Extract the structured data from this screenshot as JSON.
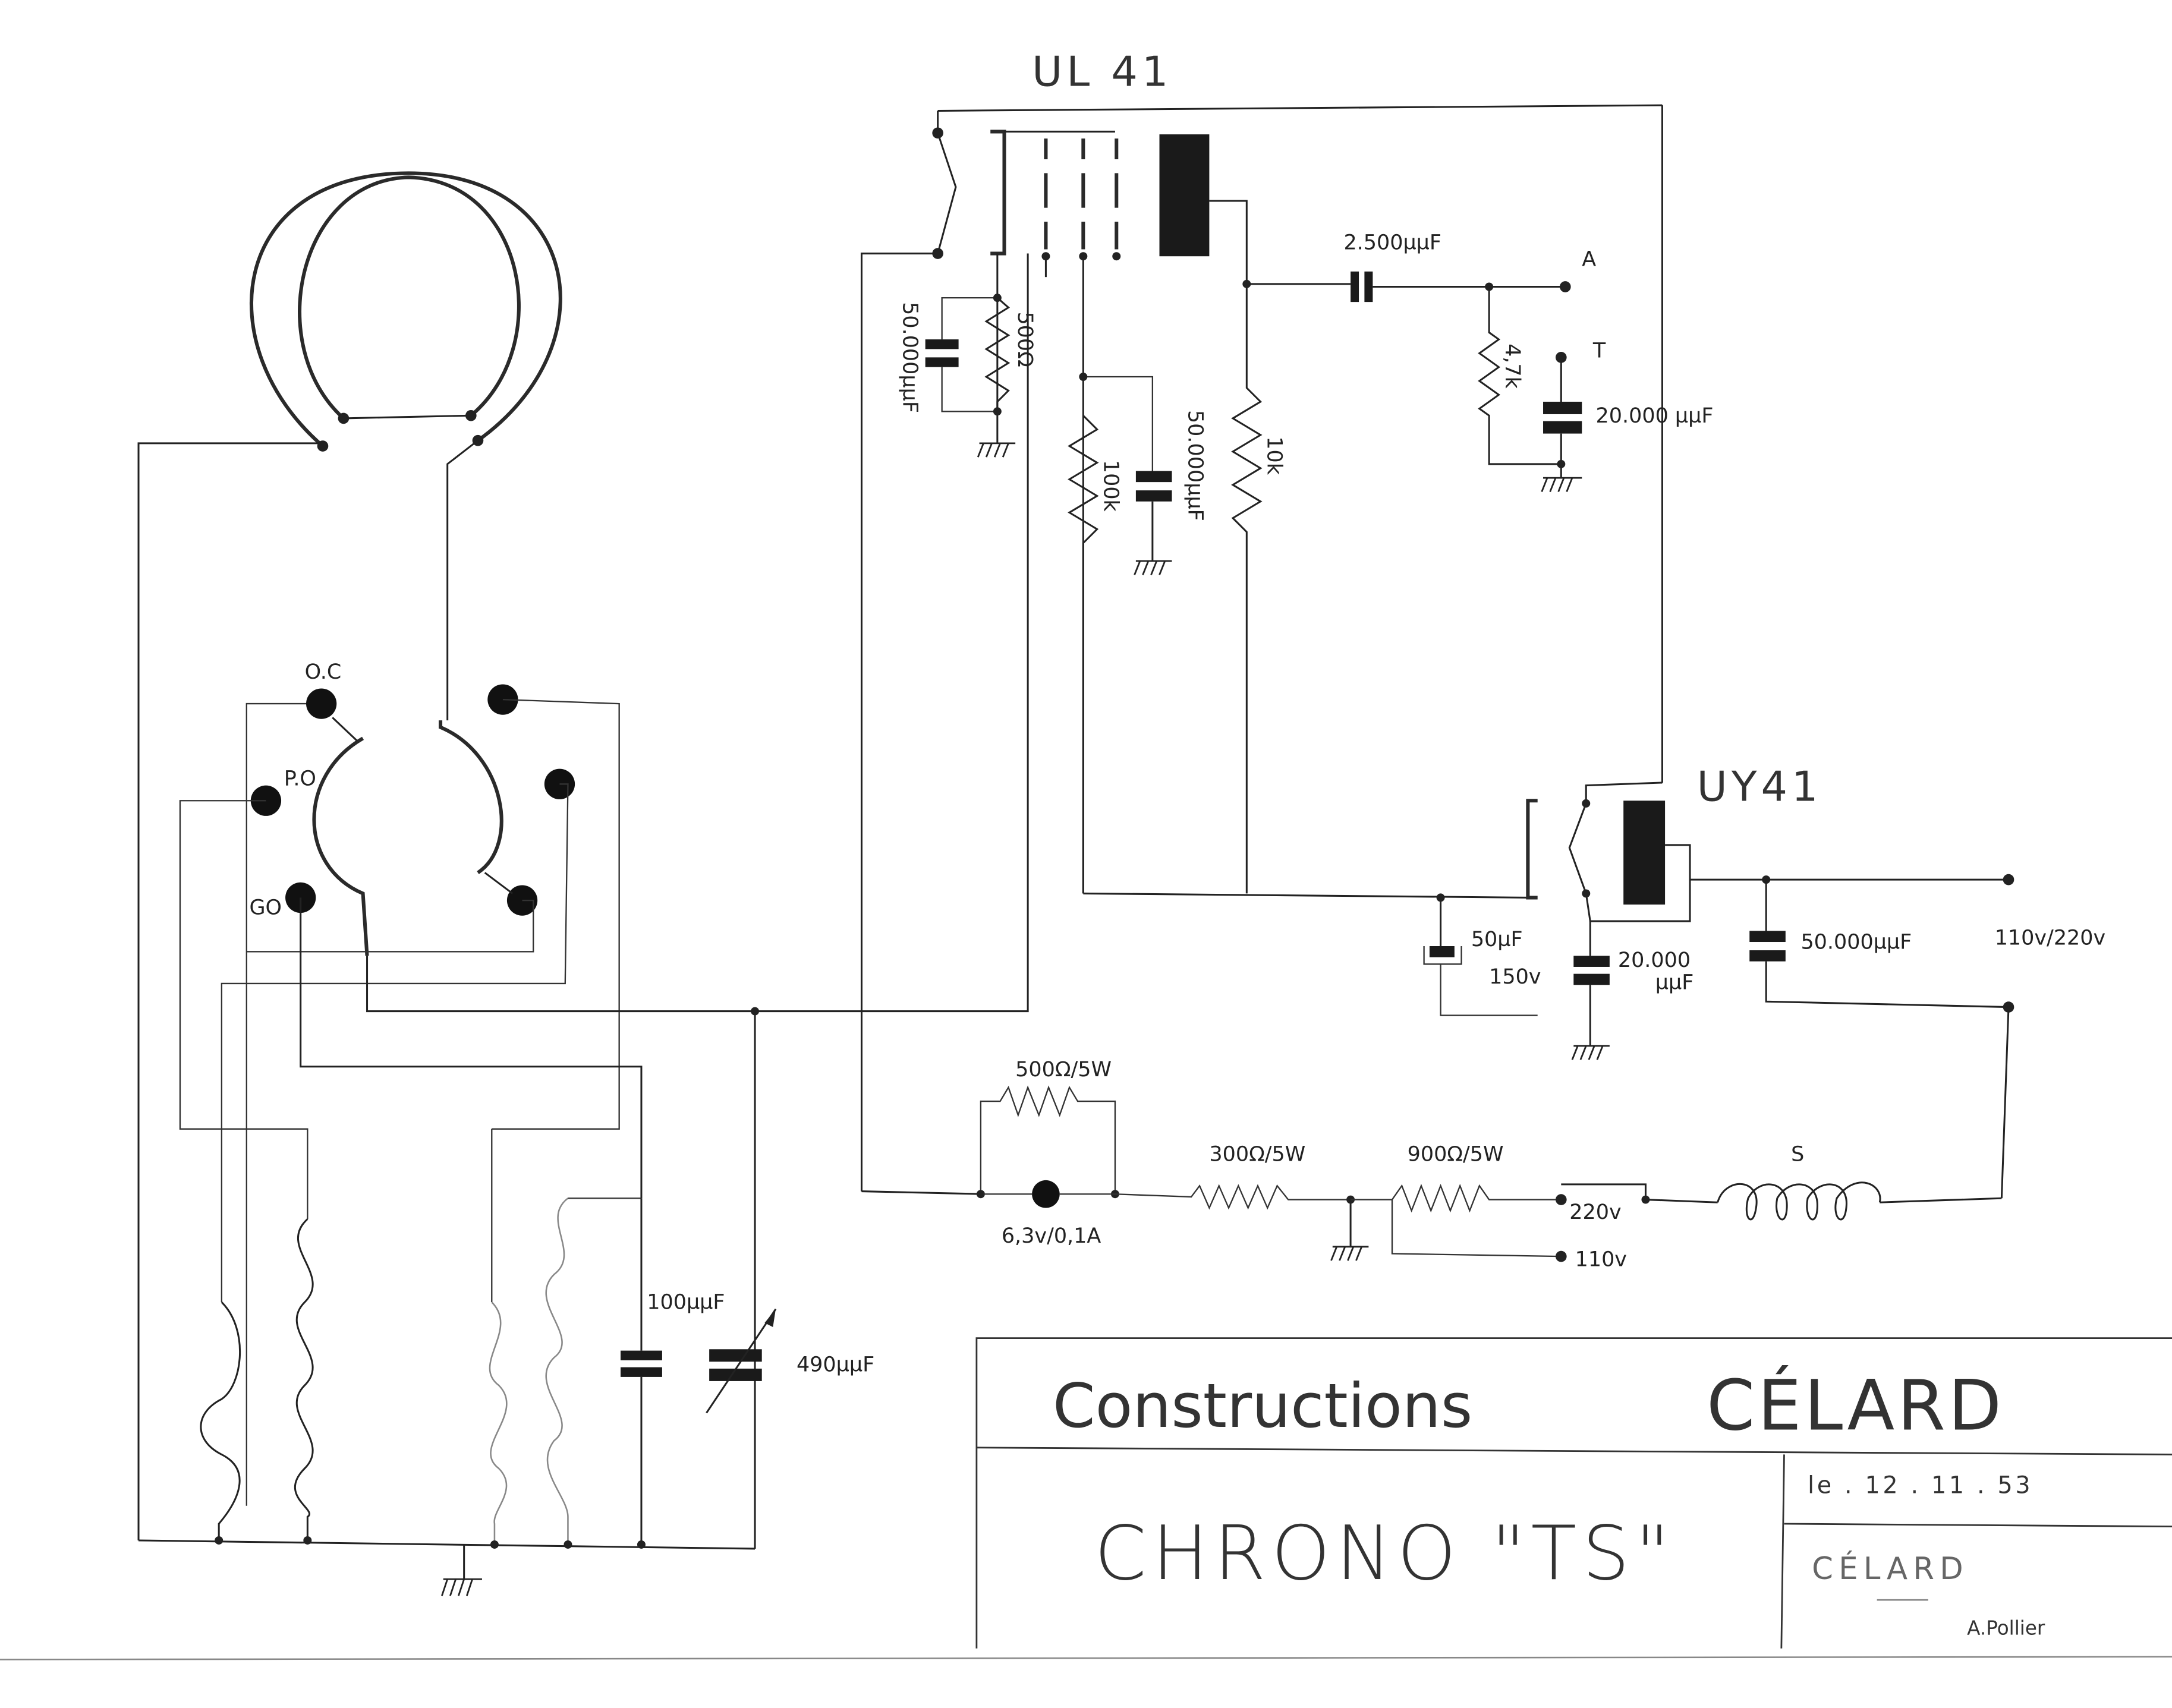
{
  "drawing": {
    "title_block": {
      "company_prefix": "Constructions",
      "company_name": "CÉLARD",
      "product": "CHRONO \"TS\"",
      "date": "le . 12 . 11 . 53",
      "signature": "CÉLARD",
      "author": "A.Pollier"
    },
    "tubes": {
      "ul41": "UL 41",
      "uy41": "UY41"
    },
    "switch_labels": {
      "oc": "O.C",
      "po": "P.O",
      "go": "GO"
    },
    "components": {
      "c_cathode": "50.000µµF",
      "r_cathode": "500Ω",
      "r_screen": "100k",
      "c_screen": "50.000µµF",
      "r_plate": "10k",
      "c_coupling": "2.500µµF",
      "r_output": "4,7k",
      "c_output": "20.000 µµF",
      "c_electrolytic": "50µF",
      "c_electrolytic_voltage": "150v",
      "c_rect": "20.000",
      "c_rect_unit": "µµF",
      "c_mains": "50.000µµF",
      "r_lamp_shunt": "500Ω/5W",
      "lamp": "6,3v/0,1A",
      "r_series1": "300Ω/5W",
      "r_series2": "900Ω/5W",
      "tap_220": "220v",
      "tap_110": "110v",
      "choke": "S",
      "c_trimmer": "100µµF",
      "c_variable": "490µµF"
    },
    "terminals": {
      "a": "A",
      "t": "T",
      "mains": "110v/220v"
    }
  }
}
